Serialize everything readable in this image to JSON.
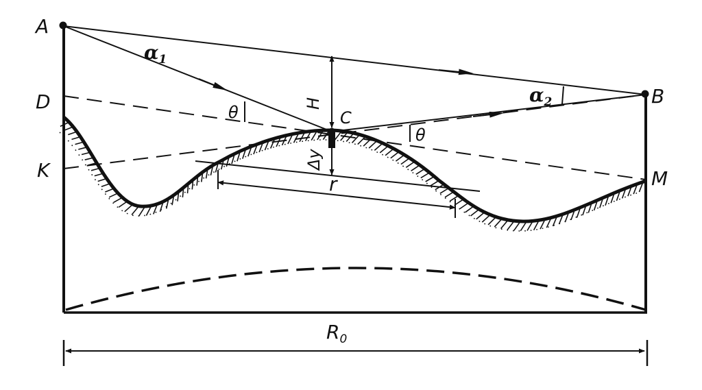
{
  "labels": {
    "A": "A",
    "B": "B",
    "C": "C",
    "D": "D",
    "K": "K",
    "M": "M",
    "H": "H",
    "delta_y": "Δy",
    "r": "r",
    "R0_main": "R",
    "R0_sub": "0",
    "alpha1_main": "α",
    "alpha1_sub": "1",
    "alpha2_main": "α",
    "alpha2_sub": "2",
    "theta_left": "θ",
    "theta_right": "θ"
  },
  "colors": {
    "ink": "#111111",
    "background": "#ffffff"
  }
}
